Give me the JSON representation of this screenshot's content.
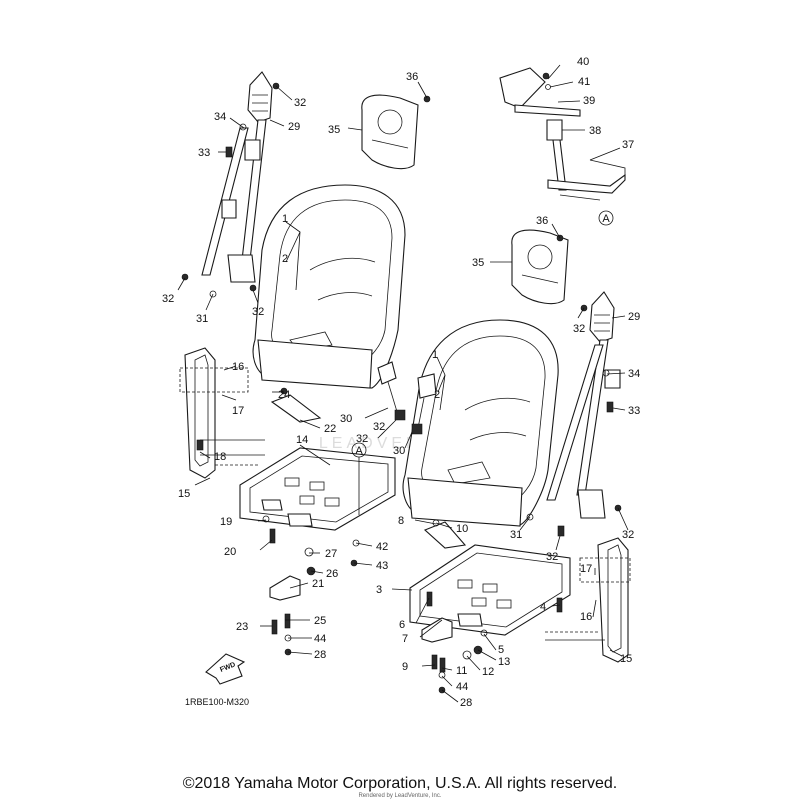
{
  "diagram": {
    "code": "1RBE100-M320",
    "copyright": "©2018 Yamaha Motor Corporation, U.S.A. All rights reserved.",
    "rendered_by": "Rendered by LeadVenture, Inc.",
    "fwd_label": "FWD",
    "watermark": "LEADVENTURE",
    "ref_marker": "A",
    "callouts": [
      "1",
      "2",
      "3",
      "4",
      "5",
      "6",
      "7",
      "8",
      "9",
      "10",
      "11",
      "12",
      "13",
      "14",
      "15",
      "16",
      "17",
      "18",
      "19",
      "20",
      "21",
      "22",
      "23",
      "24",
      "25",
      "26",
      "27",
      "28",
      "29",
      "30",
      "31",
      "32",
      "33",
      "34",
      "35",
      "36",
      "37",
      "38",
      "39",
      "40",
      "41",
      "42",
      "43",
      "44"
    ]
  }
}
